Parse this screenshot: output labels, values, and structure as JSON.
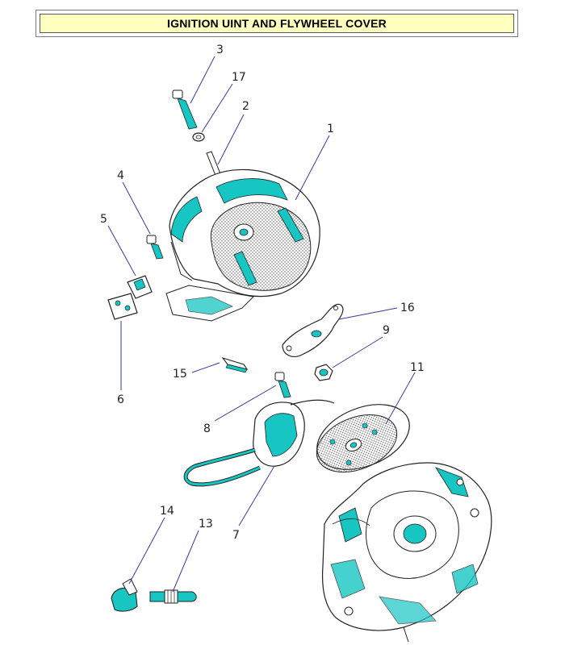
{
  "title": "IGNITION UINT AND FLYWHEEL COVER",
  "colors": {
    "line": "#222222",
    "part": "#17c6c2",
    "leader": "#3a3a9a",
    "stipple": "#555555",
    "title_fill": "#ffffc0"
  },
  "callouts": [
    {
      "id": "c1",
      "label": "1"
    },
    {
      "id": "c2",
      "label": "2"
    },
    {
      "id": "c3",
      "label": "3"
    },
    {
      "id": "c4",
      "label": "4"
    },
    {
      "id": "c5",
      "label": "5"
    },
    {
      "id": "c6",
      "label": "6"
    },
    {
      "id": "c7",
      "label": "7"
    },
    {
      "id": "c8",
      "label": "8"
    },
    {
      "id": "c9",
      "label": "9"
    },
    {
      "id": "c11",
      "label": "11"
    },
    {
      "id": "c13",
      "label": "13"
    },
    {
      "id": "c14",
      "label": "14"
    },
    {
      "id": "c15",
      "label": "15"
    },
    {
      "id": "c16",
      "label": "16"
    },
    {
      "id": "c17",
      "label": "17"
    }
  ]
}
